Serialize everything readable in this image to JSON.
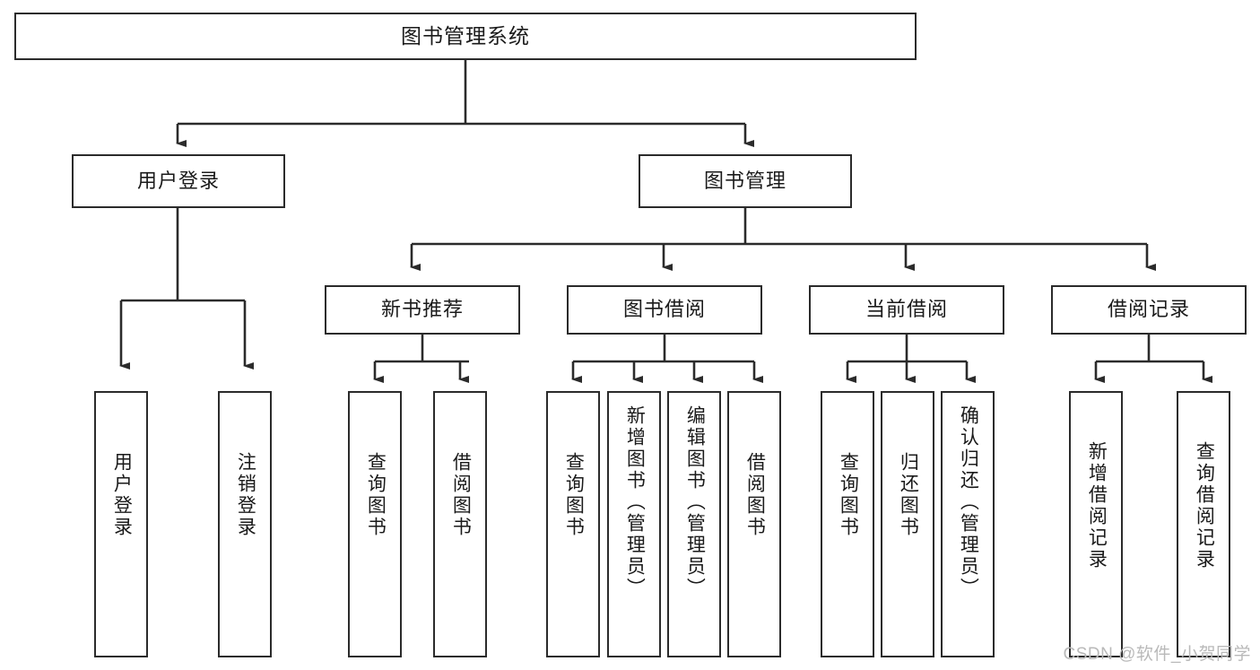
{
  "diagram": {
    "title": "图书管理系统",
    "type": "tree-structure-chart",
    "watermark": "CSDN @软件_小贺同学",
    "colors": {
      "stroke": "#2b2b2b",
      "fill": "#ffffff",
      "text": "#1a1a1a",
      "watermark": "#b9b9b9"
    },
    "root": {
      "label": "图书管理系统"
    },
    "level1": [
      {
        "label": "用户登录"
      },
      {
        "label": "图书管理"
      }
    ],
    "level2": [
      {
        "label": "新书推荐"
      },
      {
        "label": "图书借阅"
      },
      {
        "label": "当前借阅"
      },
      {
        "label": "借阅记录"
      }
    ],
    "leaves_user_login": [
      {
        "label": "用户登录"
      },
      {
        "label": "注销登录"
      }
    ],
    "leaves_new_books": [
      {
        "label": "查询图书"
      },
      {
        "label": "借阅图书"
      }
    ],
    "leaves_borrow": [
      {
        "label": "查询图书"
      },
      {
        "label": "新增图书（管理员）"
      },
      {
        "label": "编辑图书（管理员）"
      },
      {
        "label": "借阅图书"
      }
    ],
    "leaves_current": [
      {
        "label": "查询图书"
      },
      {
        "label": "归还图书"
      },
      {
        "label": "确认归还（管理员）"
      }
    ],
    "leaves_records": [
      {
        "label": "新增借阅记录"
      },
      {
        "label": "查询借阅记录"
      }
    ]
  }
}
